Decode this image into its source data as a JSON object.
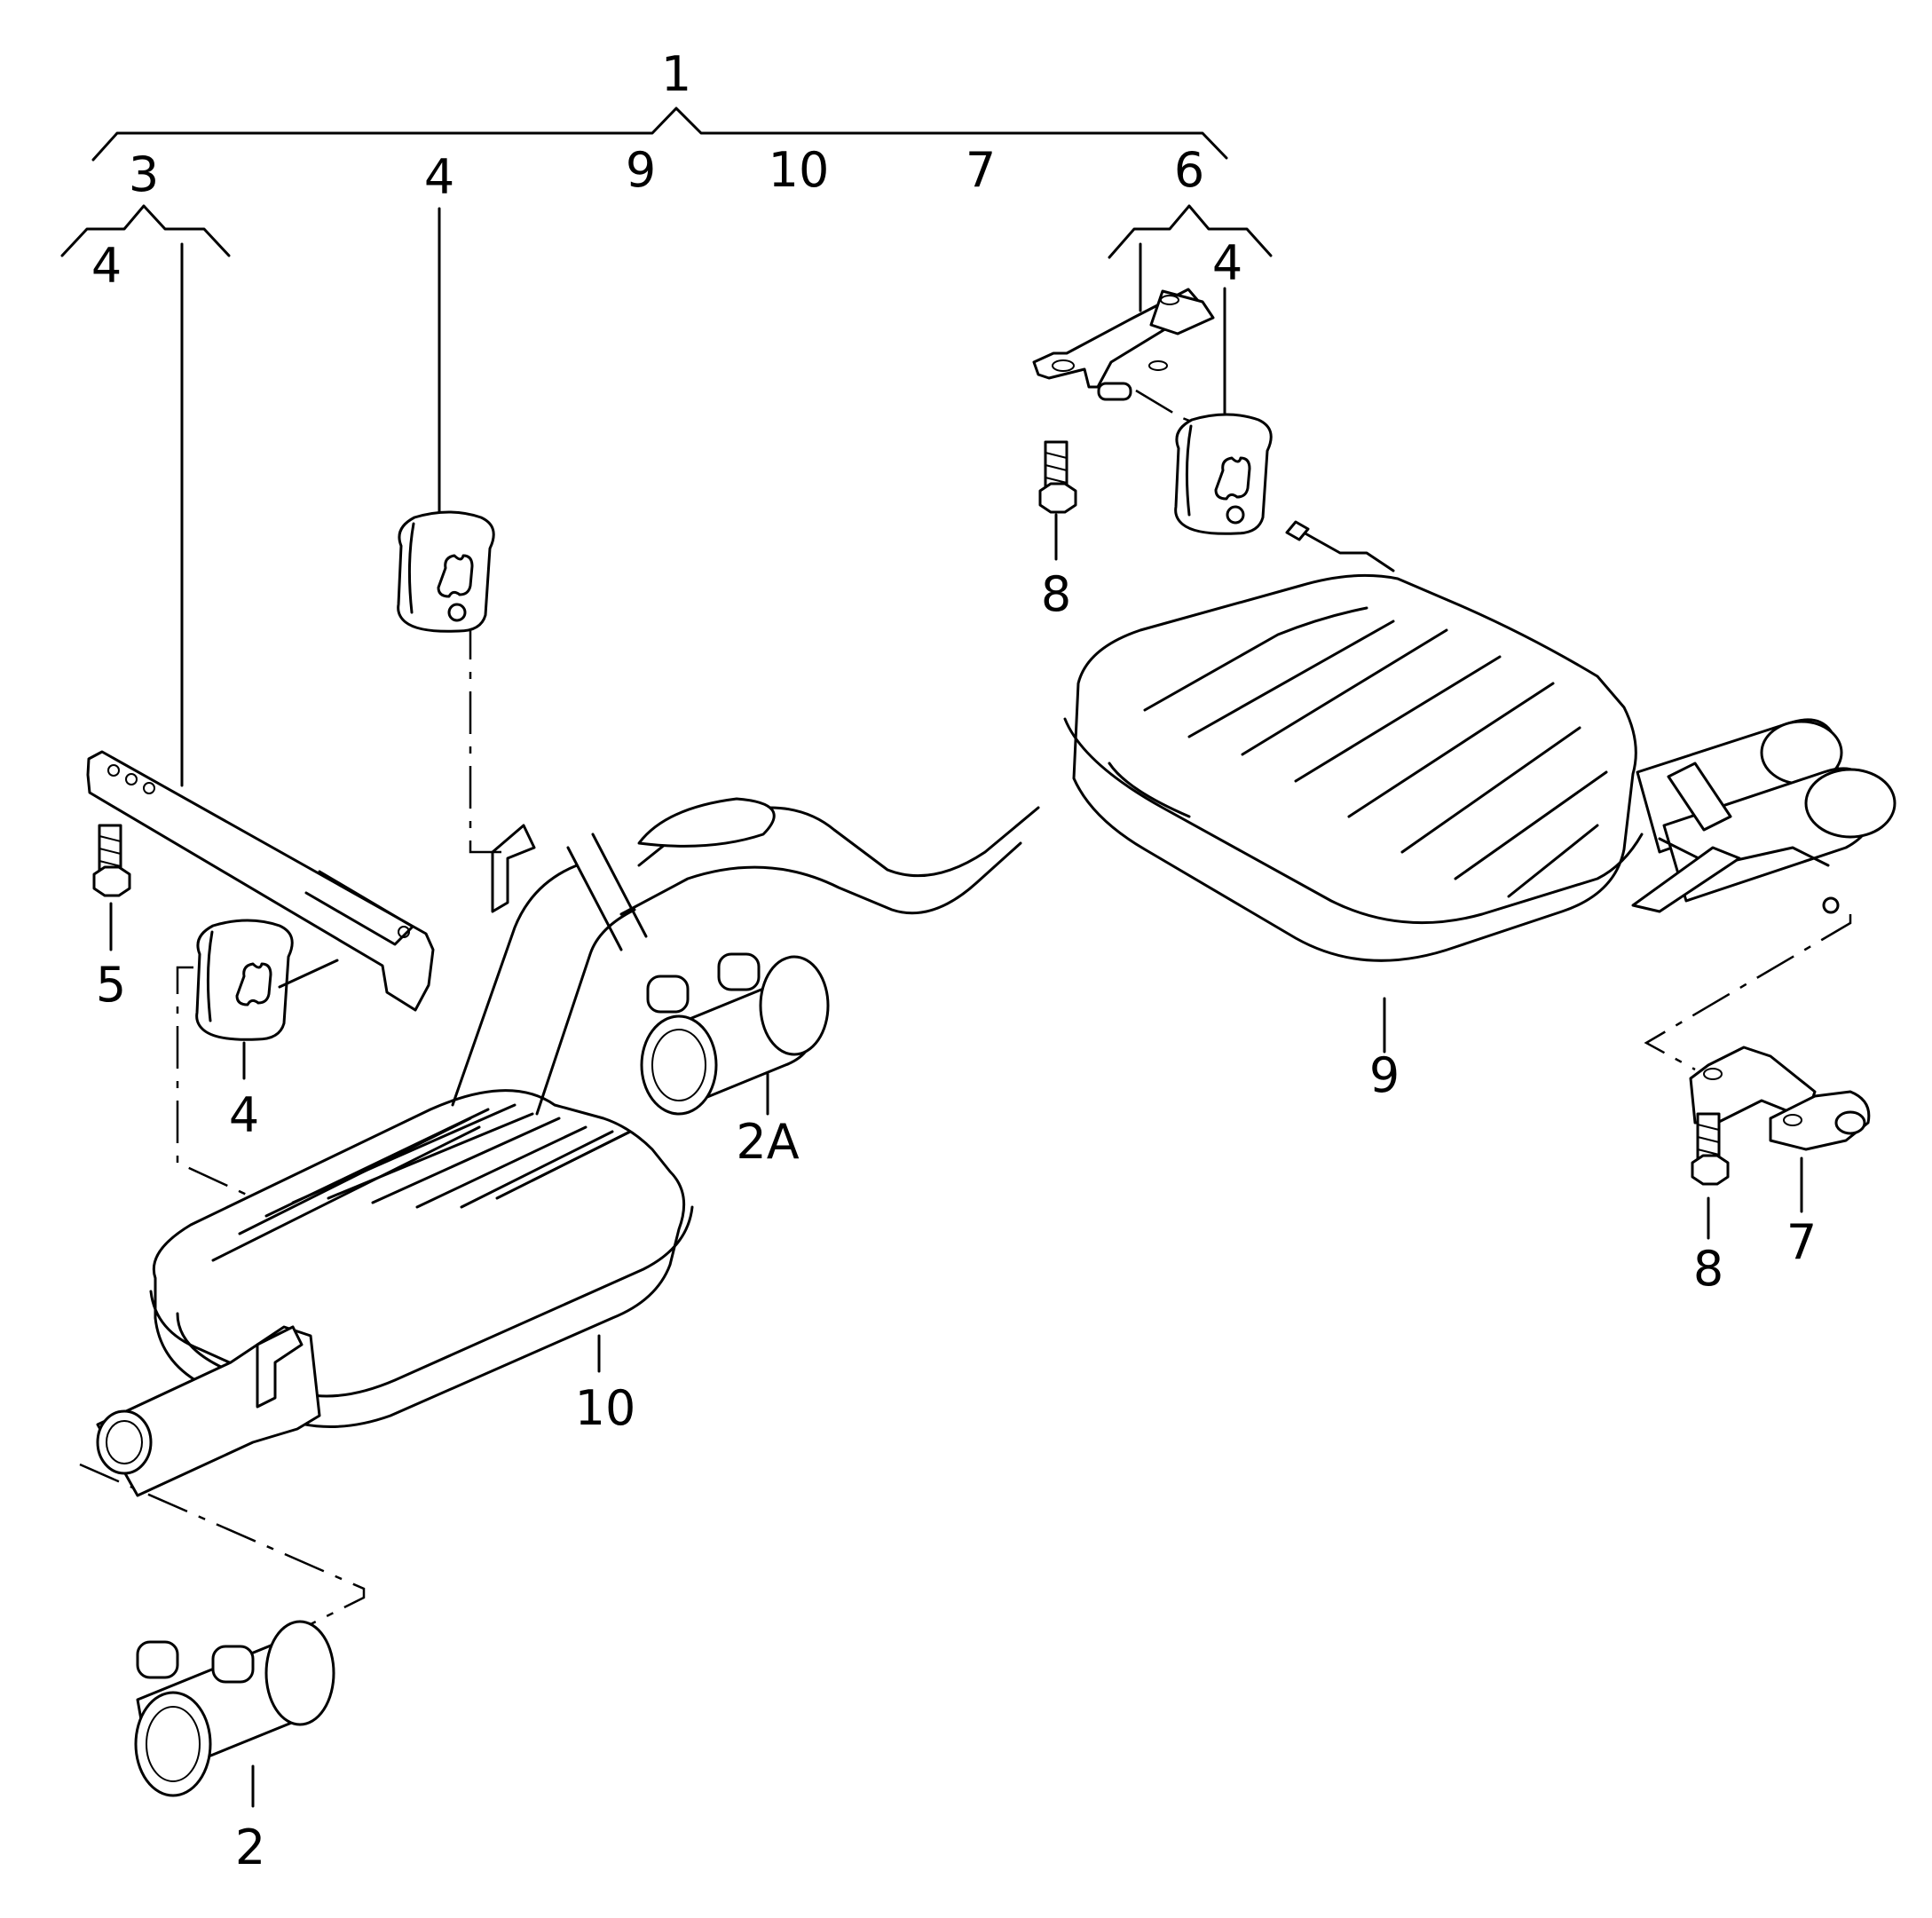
{
  "labels": {
    "top_1": "1",
    "top_9": "9",
    "top_10": "10",
    "top_7": "7",
    "top_6": "6",
    "left_3": "3",
    "left_4_sub": "4",
    "mid_4": "4",
    "right_4_sub": "4",
    "l5": "5",
    "l4_left": "4",
    "l8_top": "8",
    "l2A": "2A",
    "l9": "9",
    "l10": "10",
    "l2": "2",
    "l8_bottom": "8",
    "l7": "7"
  }
}
